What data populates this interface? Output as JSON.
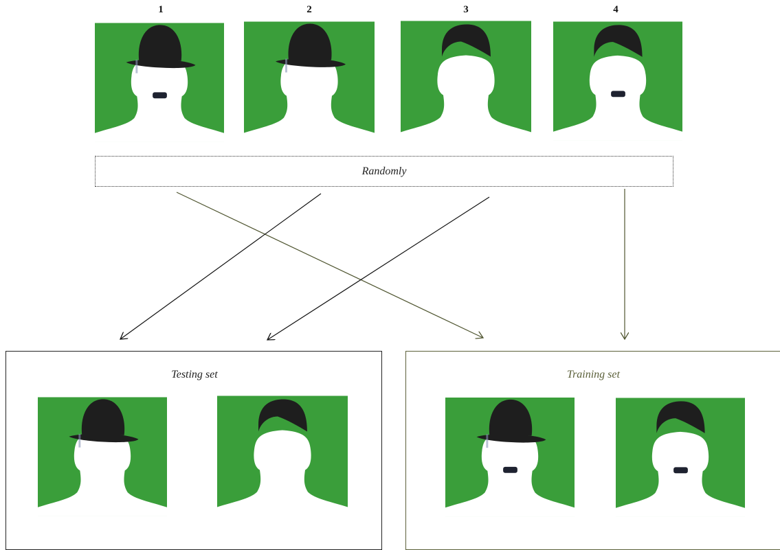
{
  "labels": {
    "n1": "1",
    "n2": "2",
    "n3": "3",
    "n4": "4",
    "randomly": "Randomly",
    "testing_set": "Testing set",
    "training_set": "Training set"
  },
  "portraits": {
    "top": [
      {
        "index": "1",
        "hat": "bowler-hat",
        "mustache": true
      },
      {
        "index": "2",
        "hat": "bowler-hat",
        "mustache": false
      },
      {
        "index": "3",
        "hat": "hair",
        "mustache": false
      },
      {
        "index": "4",
        "hat": "hair",
        "mustache": true
      }
    ],
    "testing": [
      {
        "hat": "bowler-hat",
        "mustache": false
      },
      {
        "hat": "hair",
        "mustache": false
      }
    ],
    "training": [
      {
        "hat": "bowler-hat",
        "mustache": true
      },
      {
        "hat": "hair",
        "mustache": true
      }
    ]
  },
  "colors": {
    "background_green": "#3a9e3a",
    "hat": "#1e1e1e",
    "testing_border": "#222222",
    "training_border": "#5a5f38",
    "arrow_black": "#111111",
    "arrow_olive": "#4f5530"
  }
}
